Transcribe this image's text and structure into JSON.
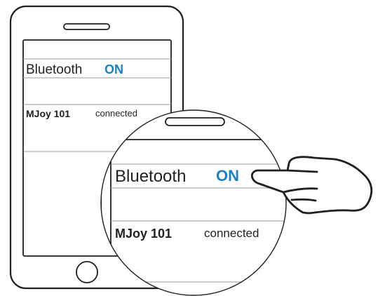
{
  "phone": {
    "setting_label": "Bluetooth",
    "setting_state": "ON",
    "device_name": "MJoy 101",
    "device_status": "connected"
  },
  "zoom": {
    "setting_label": "Bluetooth",
    "setting_state": "ON",
    "device_name": "MJoy 101",
    "device_status": "connected"
  },
  "colors": {
    "accent": "#1d7fc1",
    "line": "#231f20",
    "divider": "#9a9a9a",
    "text": "#231f20"
  }
}
